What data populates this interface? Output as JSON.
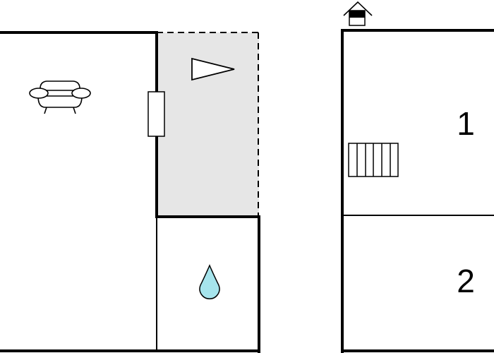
{
  "floors": [
    {
      "rooms": [
        {
          "type": "living-room",
          "icon": "armchair-icon"
        },
        {
          "type": "terrace",
          "icon": "direction-triangle-icon",
          "fill": "#e6e6e6"
        },
        {
          "type": "bathroom",
          "icon": "water-drop-icon",
          "icon_color": "#a6e4ec"
        }
      ]
    },
    {
      "rooms": [
        {
          "label": "1"
        },
        {
          "label": "2"
        }
      ],
      "icons": [
        "entrance-icon",
        "stairs-icon"
      ]
    }
  ],
  "colors": {
    "wall": "#000000",
    "terrace": "#e6e6e6",
    "water": "#a6e4ec"
  }
}
